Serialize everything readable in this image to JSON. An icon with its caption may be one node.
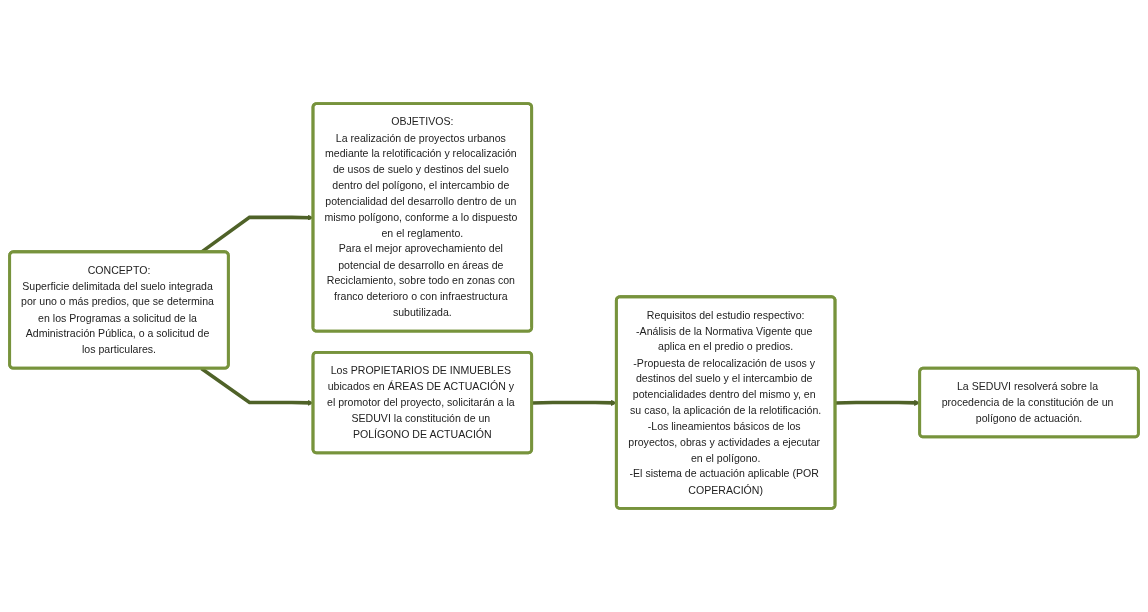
{
  "diagram": {
    "nodes": [
      {
        "text": [
          "CONCEPTO:",
          "Superficie delimitada del suelo integrada por uno o más predios, que se determina en los Programas a solicitud de la Administración Pública, o a solicitud de los particulares."
        ]
      },
      {
        "text": [
          "OBJETIVOS:",
          "La realización de proyectos urbanos mediante la relotificación y relocalización de usos de suelo y destinos del suelo dentro del polígono, el intercambio de potencialidad del desarrollo dentro de un mismo polígono, conforme a lo dispuesto en el reglamento.",
          "Para el mejor aprovechamiento del potencial de desarrollo en áreas de Reciclamiento, sobre todo en zonas con franco deterioro o con infraestructura subutilizada."
        ]
      },
      {
        "text": [
          "Los PROPIETARIOS DE INMUEBLES ubicados en ÁREAS DE ACTUACIÓN y el promotor del proyecto, solicitarán a la SEDUVI la constitución de un POLÍGONO DE ACTUACIÓN"
        ]
      },
      {
        "text": [
          "Requisitos del estudio respectivo:",
          "-Análisis de la Normativa Vigente que aplica en el predio o predios.",
          "-Propuesta de relocalización de usos y destinos del suelo y el intercambio de potencialidades dentro del mismo y, en su caso, la aplicación de la relotificación.",
          "-Los lineamientos básicos de los proyectos, obras y actividades a ejecutar en el polígono.",
          "-El sistema de actuación aplicable (POR COPERACIÓN)"
        ]
      },
      {
        "text": [
          "La SEDUVI resolverá sobre la procedencia de la constitución de un polígono de actuación."
        ]
      }
    ],
    "edges": [
      {
        "from": 0,
        "to": 2,
        "arrow": "to"
      },
      {
        "from": 0,
        "to": 1,
        "arrow": "to"
      },
      {
        "from": 2,
        "to": 3,
        "arrow": "to"
      },
      {
        "from": 3,
        "to": 4,
        "arrow": "to"
      }
    ]
  }
}
